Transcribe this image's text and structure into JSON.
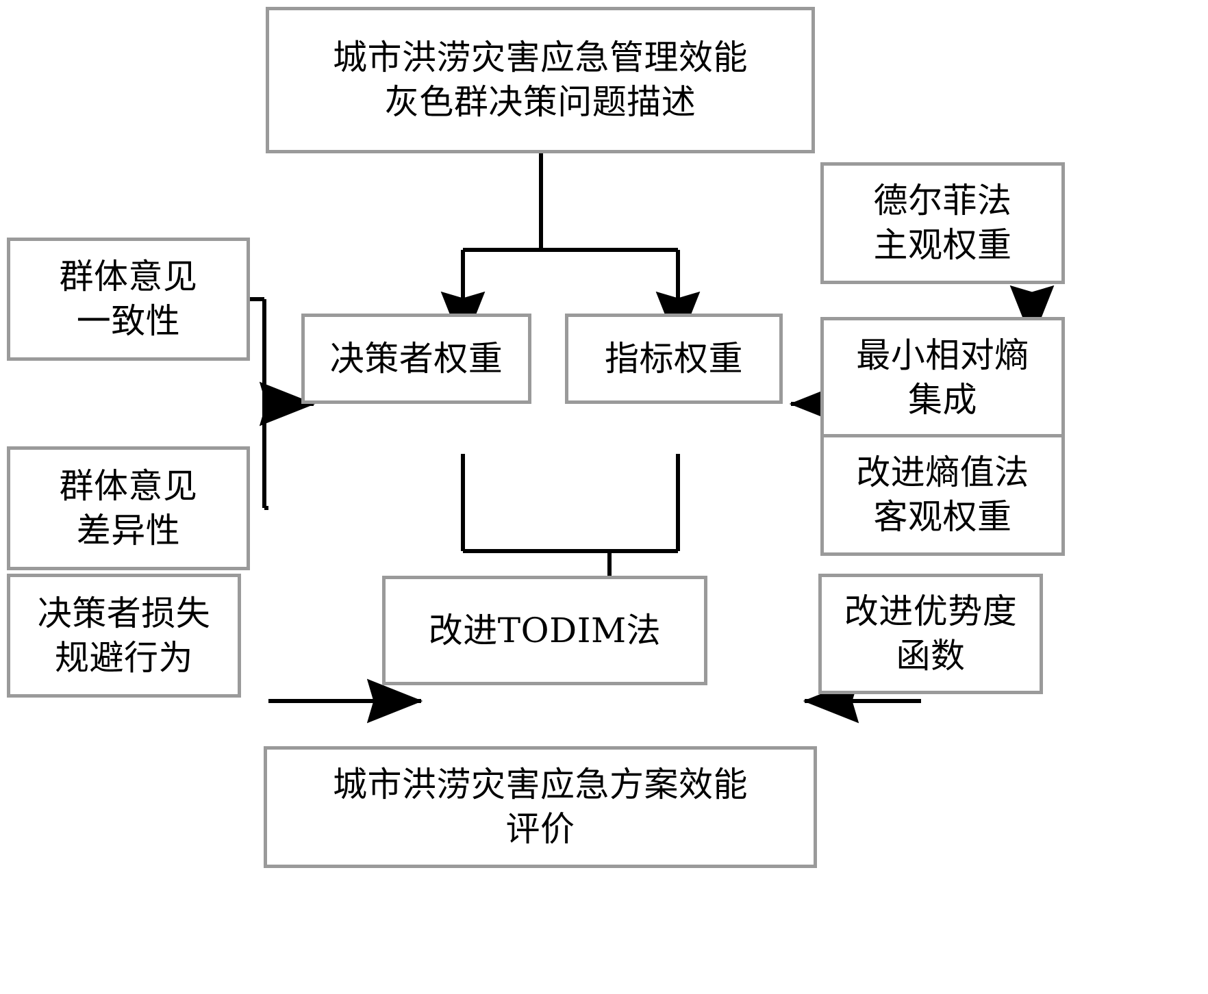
{
  "diagram": {
    "title": "城市洪涝灾害应急管理效能灰色群决策框架流程图",
    "palette": {
      "box_border": "#9a9a9a",
      "box_fill": "#ffffff",
      "connector": "#000000",
      "text": "#000000"
    },
    "nodes": [
      {
        "id": "problem-description",
        "label": "城市洪涝灾害应急管理效能\n灰色群决策问题描述"
      },
      {
        "id": "group-opinion-consistency",
        "label": "群体意见\n一致性"
      },
      {
        "id": "group-opinion-difference",
        "label": "群体意见\n差异性"
      },
      {
        "id": "decision-maker-weight",
        "label": "决策者权重"
      },
      {
        "id": "indicator-weight",
        "label": "指标权重"
      },
      {
        "id": "delphi-subjective-weight",
        "label": "德尔菲法\n主观权重"
      },
      {
        "id": "min-relative-entropy-integration",
        "label": "最小相对熵\n集成"
      },
      {
        "id": "improved-entropy-objective-weight",
        "label": "改进熵值法\n客观权重"
      },
      {
        "id": "decision-maker-loss-aversion",
        "label": "决策者损失\n规避行为"
      },
      {
        "id": "improved-todim-method",
        "label": "改进TODIM法"
      },
      {
        "id": "improved-dominance-function",
        "label": "改进优势度\n函数"
      },
      {
        "id": "emergency-plan-effectiveness-evaluation",
        "label": "城市洪涝灾害应急方案效能\n评价"
      }
    ],
    "edges": [
      {
        "from": "problem-description",
        "to": "decision-maker-weight",
        "style": "elbow-arrow"
      },
      {
        "from": "problem-description",
        "to": "indicator-weight",
        "style": "elbow-arrow"
      },
      {
        "from": "group-opinion-consistency",
        "to": "decision-maker-weight",
        "style": "elbow-arrow"
      },
      {
        "from": "group-opinion-difference",
        "to": "decision-maker-weight",
        "style": "elbow-arrow"
      },
      {
        "from": "delphi-subjective-weight",
        "to": "min-relative-entropy-integration",
        "style": "straight-arrow"
      },
      {
        "from": "improved-entropy-objective-weight",
        "to": "min-relative-entropy-integration",
        "style": "straight-arrow"
      },
      {
        "from": "min-relative-entropy-integration",
        "to": "indicator-weight",
        "style": "straight-arrow"
      },
      {
        "from": "decision-maker-weight",
        "to": "improved-todim-method",
        "style": "elbow-arrow"
      },
      {
        "from": "indicator-weight",
        "to": "improved-todim-method",
        "style": "elbow-arrow"
      },
      {
        "from": "decision-maker-loss-aversion",
        "to": "improved-todim-method",
        "style": "straight-arrow"
      },
      {
        "from": "improved-dominance-function",
        "to": "improved-todim-method",
        "style": "straight-arrow"
      },
      {
        "from": "improved-todim-method",
        "to": "emergency-plan-effectiveness-evaluation",
        "style": "straight-arrow"
      }
    ]
  }
}
